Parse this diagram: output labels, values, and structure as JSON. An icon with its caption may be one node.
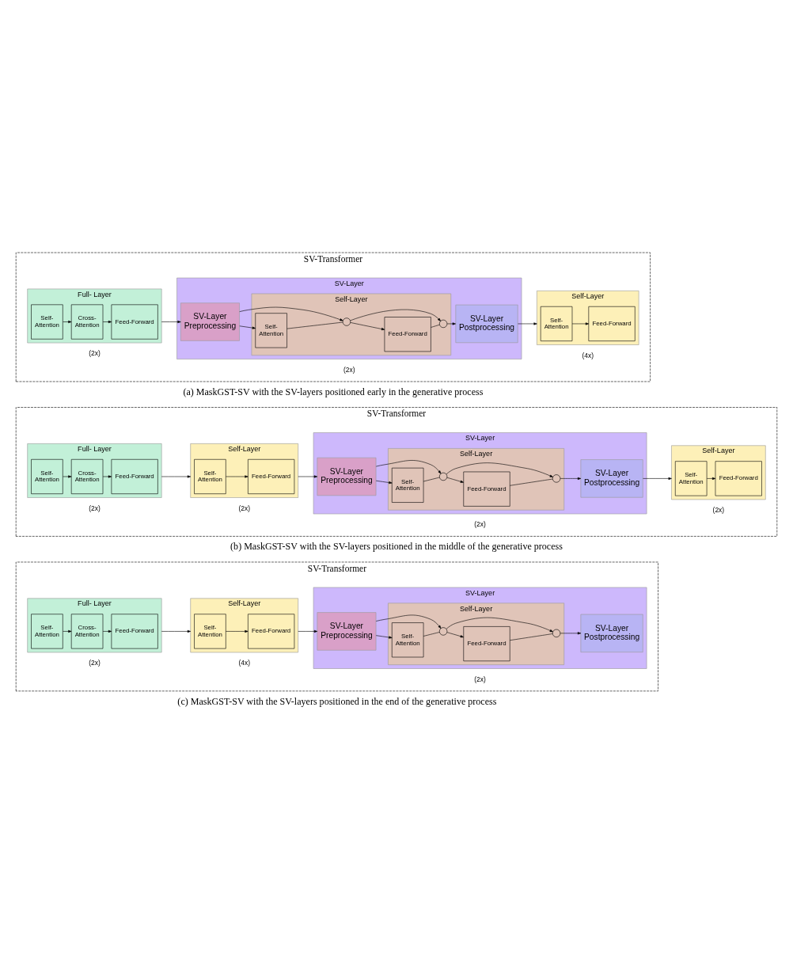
{
  "diagram": {
    "nodes": [
      {
        "text": [
          "SV-Transformer"
        ],
        "beside": [
          "(a) MaskGST-SV with the SV-layers positioned early in the generative process"
        ]
      },
      {
        "text": [
          "Full- Layer"
        ],
        "in": 0,
        "beside": [
          "(2x)"
        ]
      },
      {
        "text": [
          "Self- Attention"
        ],
        "in": 1
      },
      {
        "text": [
          "Cross- Attention"
        ],
        "in": 1
      },
      {
        "text": [
          "Feed-Forward"
        ],
        "in": 1
      },
      {
        "text": [
          "SV-Layer"
        ],
        "in": 0,
        "beside": [
          "(2x)"
        ]
      },
      {
        "text": [
          "SV-Layer Preprocessing"
        ],
        "in": 5
      },
      {
        "text": [
          "Self-Layer"
        ],
        "in": 5
      },
      {
        "text": [
          "Self- Attention"
        ],
        "in": 7
      },
      {
        "text": [],
        "shape": "circle",
        "in": 7
      },
      {
        "text": [
          "Feed-Forward"
        ],
        "in": 7
      },
      {
        "text": [],
        "shape": "circle",
        "in": 7
      },
      {
        "text": [
          "SV-Layer Postprocessing"
        ],
        "in": 5
      },
      {
        "text": [
          "Self-Layer"
        ],
        "in": 0,
        "beside": [
          "(4x)"
        ]
      },
      {
        "text": [
          "Self- Attention"
        ],
        "in": 13
      },
      {
        "text": [
          "Feed-Forward"
        ],
        "in": 13
      },
      {
        "text": [
          "SV-Transformer"
        ],
        "beside": [
          "(b) MaskGST-SV with the SV-layers positioned in the middle of the generative process"
        ]
      },
      {
        "text": [
          "Full- Layer"
        ],
        "in": 16,
        "beside": [
          "(2x)"
        ]
      },
      {
        "text": [
          "Self- Attention"
        ],
        "in": 17
      },
      {
        "text": [
          "Cross- Attention"
        ],
        "in": 17
      },
      {
        "text": [
          "Feed-Forward"
        ],
        "in": 17
      },
      {
        "text": [
          "Self-Layer"
        ],
        "in": 16,
        "beside": [
          "(2x)"
        ]
      },
      {
        "text": [
          "Self- Attention"
        ],
        "in": 21
      },
      {
        "text": [
          "Feed-Forward"
        ],
        "in": 21
      },
      {
        "text": [
          "SV-Layer"
        ],
        "in": 16,
        "beside": [
          "(2x)"
        ]
      },
      {
        "text": [
          "SV-Layer Preprocessing"
        ],
        "in": 24
      },
      {
        "text": [
          "Self-Layer"
        ],
        "in": 24
      },
      {
        "text": [
          "Self- Attention"
        ],
        "in": 26
      },
      {
        "text": [],
        "shape": "circle",
        "in": 26
      },
      {
        "text": [
          "Feed-Forward"
        ],
        "in": 26
      },
      {
        "text": [],
        "shape": "circle",
        "in": 26
      },
      {
        "text": [
          "SV-Layer Postprocessing"
        ],
        "in": 24
      },
      {
        "text": [
          "Self-Layer"
        ],
        "in": 16,
        "beside": [
          "(2x)"
        ]
      },
      {
        "text": [
          "Self- Attention"
        ],
        "in": 32
      },
      {
        "text": [
          "Feed-Forward"
        ],
        "in": 32
      },
      {
        "text": [
          "SV-Transformer"
        ],
        "beside": [
          "(c) MaskGST-SV with the SV-layers positioned in the end of the generative process"
        ]
      },
      {
        "text": [
          "Full- Layer"
        ],
        "in": 35,
        "beside": [
          "(2x)"
        ]
      },
      {
        "text": [
          "Self- Attention"
        ],
        "in": 36
      },
      {
        "text": [
          "Cross- Attention"
        ],
        "in": 36
      },
      {
        "text": [
          "Feed-Forward"
        ],
        "in": 36
      },
      {
        "text": [
          "Self-Layer"
        ],
        "in": 35,
        "beside": [
          "(4x)"
        ]
      },
      {
        "text": [
          "Self- Attention"
        ],
        "in": 40
      },
      {
        "text": [
          "Feed-Forward"
        ],
        "in": 40
      },
      {
        "text": [
          "SV-Layer"
        ],
        "in": 35,
        "beside": [
          "(2x)"
        ]
      },
      {
        "text": [
          "SV-Layer Preprocessing"
        ],
        "in": 43
      },
      {
        "text": [
          "Self-Layer"
        ],
        "in": 43
      },
      {
        "text": [
          "Self- Attention"
        ],
        "in": 45
      },
      {
        "text": [],
        "shape": "circle",
        "in": 45
      },
      {
        "text": [
          "Feed-Forward"
        ],
        "in": 45
      },
      {
        "text": [],
        "shape": "circle",
        "in": 45
      },
      {
        "text": [
          "SV-Layer Postprocessing"
        ],
        "in": 43
      }
    ],
    "edges": [
      {
        "from": 2,
        "to": 3,
        "arrow": "to"
      },
      {
        "from": 3,
        "to": 4,
        "arrow": "to"
      },
      {
        "from": 1,
        "to": 6,
        "arrow": "to"
      },
      {
        "from": 6,
        "to": 8,
        "arrow": "to"
      },
      {
        "from": 6,
        "to": 9,
        "arrow": "to"
      },
      {
        "from": 8,
        "to": 9,
        "arrow": "none"
      },
      {
        "from": 9,
        "to": 10,
        "arrow": "to"
      },
      {
        "from": 9,
        "to": 11,
        "arrow": "to"
      },
      {
        "from": 10,
        "to": 11,
        "arrow": "none"
      },
      {
        "from": 11,
        "to": 12,
        "arrow": "to"
      },
      {
        "from": 12,
        "to": 13,
        "arrow": "to"
      },
      {
        "from": 14,
        "to": 15,
        "arrow": "to"
      },
      {
        "from": 18,
        "to": 19,
        "arrow": "to"
      },
      {
        "from": 19,
        "to": 20,
        "arrow": "to"
      },
      {
        "from": 17,
        "to": 21,
        "arrow": "to"
      },
      {
        "from": 22,
        "to": 23,
        "arrow": "to"
      },
      {
        "from": 21,
        "to": 25,
        "arrow": "to"
      },
      {
        "from": 25,
        "to": 27,
        "arrow": "to"
      },
      {
        "from": 25,
        "to": 28,
        "arrow": "to"
      },
      {
        "from": 27,
        "to": 28,
        "arrow": "none"
      },
      {
        "from": 28,
        "to": 29,
        "arrow": "to"
      },
      {
        "from": 28,
        "to": 30,
        "arrow": "to"
      },
      {
        "from": 29,
        "to": 30,
        "arrow": "none"
      },
      {
        "from": 30,
        "to": 31,
        "arrow": "to"
      },
      {
        "from": 31,
        "to": 32,
        "arrow": "to"
      },
      {
        "from": 33,
        "to": 34,
        "arrow": "to"
      },
      {
        "from": 37,
        "to": 38,
        "arrow": "to"
      },
      {
        "from": 38,
        "to": 39,
        "arrow": "to"
      },
      {
        "from": 36,
        "to": 40,
        "arrow": "to"
      },
      {
        "from": 41,
        "to": 42,
        "arrow": "to"
      },
      {
        "from": 40,
        "to": 44,
        "arrow": "to"
      },
      {
        "from": 44,
        "to": 46,
        "arrow": "to"
      },
      {
        "from": 44,
        "to": 47,
        "arrow": "to"
      },
      {
        "from": 46,
        "to": 47,
        "arrow": "none"
      },
      {
        "from": 47,
        "to": 48,
        "arrow": "to"
      },
      {
        "from": 47,
        "to": 49,
        "arrow": "to"
      },
      {
        "from": 48,
        "to": 49,
        "arrow": "none"
      },
      {
        "from": 49,
        "to": 50,
        "arrow": "to"
      }
    ]
  }
}
